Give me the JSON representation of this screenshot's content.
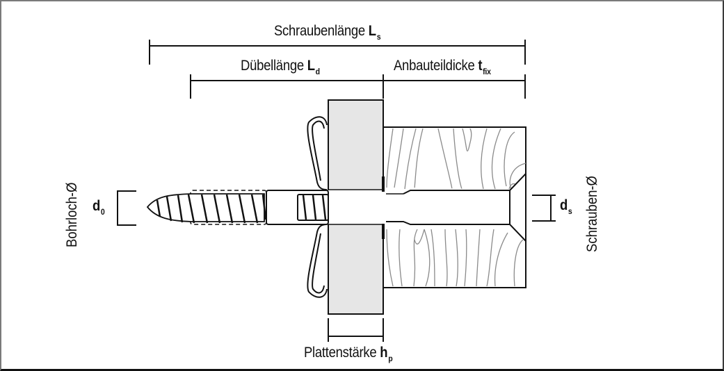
{
  "labels": {
    "screw_length": {
      "text": "Schraubenlänge ",
      "symbol": "L",
      "subscript": "s"
    },
    "plug_length": {
      "text": "Dübellänge ",
      "symbol": "L",
      "subscript": "d"
    },
    "fixture_thickness": {
      "text": "Anbauteildicke ",
      "symbol": "t",
      "subscript": "fix"
    },
    "plate_thickness": {
      "text": "Plattenstärke ",
      "symbol": "h",
      "subscript": "p"
    },
    "drill_hole_diameter": {
      "text": "Bohrloch-Ø",
      "symbol": "d",
      "subscript": "0"
    },
    "screw_diameter": {
      "text": "Schrauben-Ø",
      "symbol": "d",
      "subscript": "s"
    }
  },
  "colors": {
    "line": "#111111",
    "plate_fill": "#e6e6e6",
    "wood_grain": "#8a8a8a",
    "frame": "#7a7a7a"
  }
}
